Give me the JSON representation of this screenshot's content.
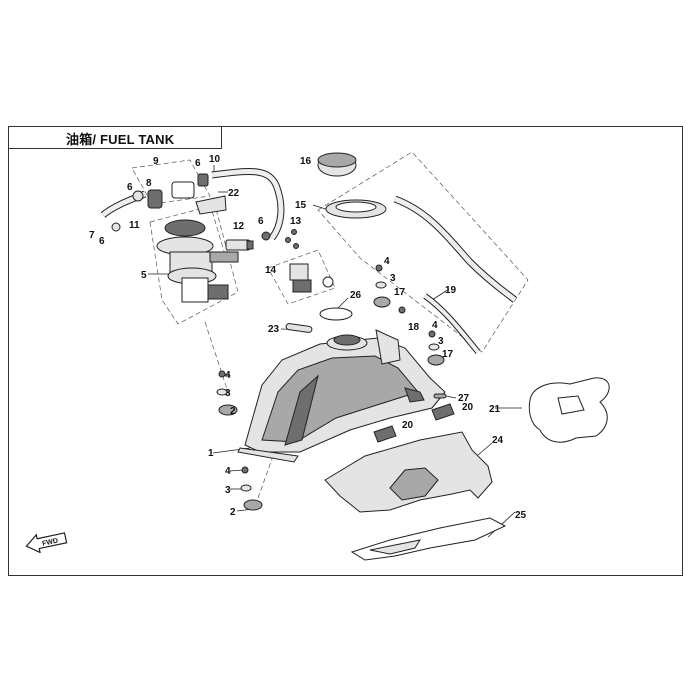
{
  "title": "油箱/ FUEL TANK",
  "fwd_label": "FWD",
  "callouts": {
    "c1": "1",
    "c2a": "2",
    "c2b": "2",
    "c3a": "3",
    "c3b": "3",
    "c3c": "3",
    "c3d": "3",
    "c4a": "4",
    "c4b": "4",
    "c4c": "4",
    "c4d": "4",
    "c5": "5",
    "c6a": "6",
    "c6b": "6",
    "c6c": "6",
    "c6d": "6",
    "c7": "7",
    "c8": "8",
    "c9": "9",
    "c10": "10",
    "c11": "11",
    "c12": "12",
    "c13": "13",
    "c14": "14",
    "c15": "15",
    "c16": "16",
    "c17a": "17",
    "c17b": "17",
    "c18": "18",
    "c19": "19",
    "c20a": "20",
    "c20b": "20",
    "c21": "21",
    "c22": "22",
    "c23": "23",
    "c24": "24",
    "c25": "25",
    "c26": "26",
    "c27": "27"
  },
  "colors": {
    "line": "#222222",
    "fill_light": "#e4e4e4",
    "fill_dark": "#6e6e6e"
  }
}
